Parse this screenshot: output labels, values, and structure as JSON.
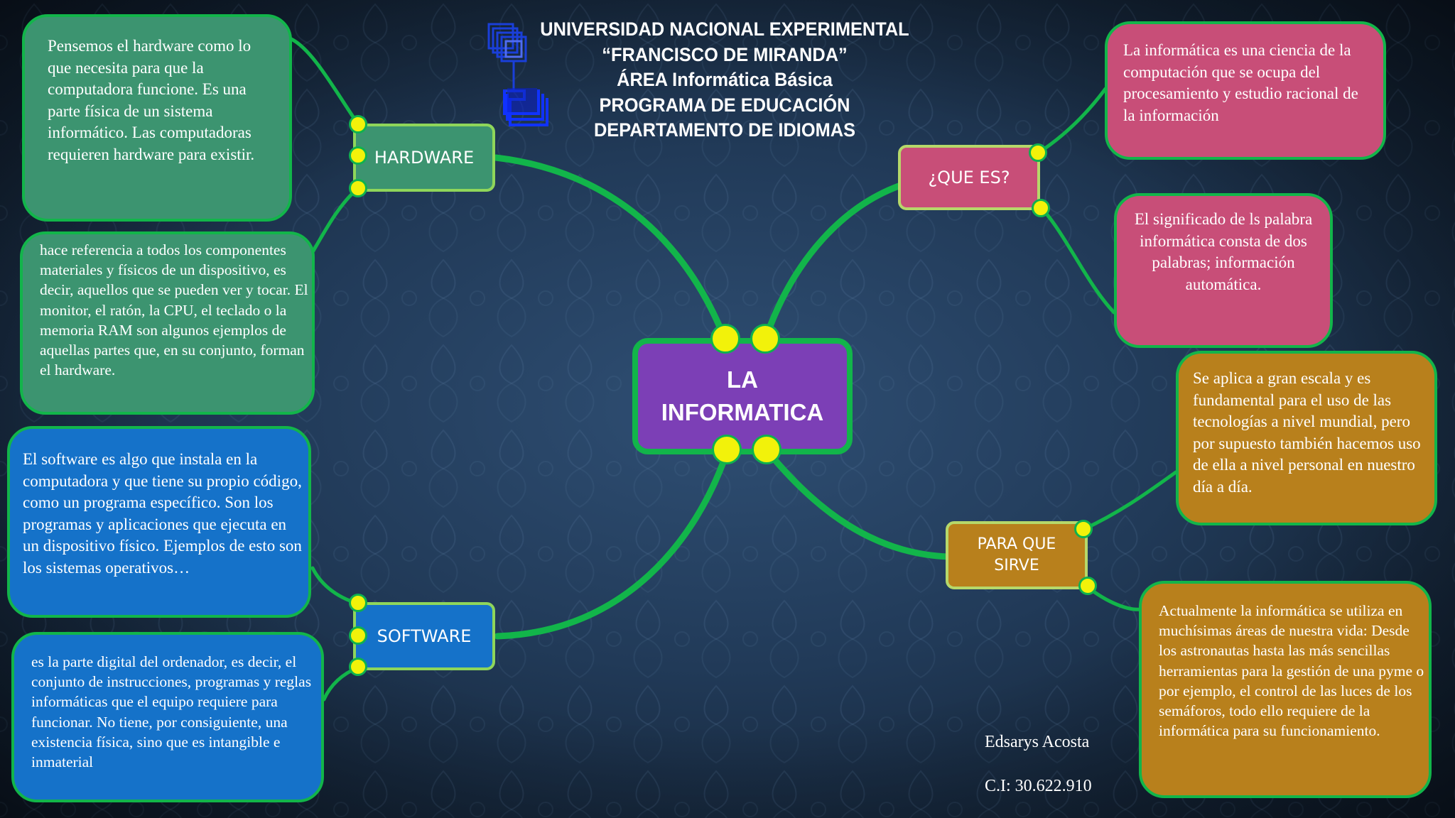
{
  "header": {
    "lines": [
      "UNIVERSIDAD NACIONAL EXPERIMENTAL",
      "“FRANCISCO DE MIRANDA”",
      "ÁREA Informática Básica",
      "PROGRAMA DE EDUCACIÓN",
      "DEPARTAMENTO DE IDIOMAS"
    ]
  },
  "center": {
    "line1": "LA",
    "line2": "INFORMATICA"
  },
  "hardware": {
    "label": "HARDWARE",
    "note1": "Pensemos el hardware como lo que necesita para que la computadora funcione. Es una parte física de un sistema informático. Las computadoras requieren hardware para existir.",
    "note2": "hace referencia a todos los componentes materiales y físicos de un dispositivo, es decir, aquellos que se pueden ver y tocar. El monitor, el ratón, la CPU, el teclado o la memoria RAM son algunos ejemplos de aquellas partes que, en su conjunto, forman el hardware."
  },
  "software": {
    "label": "SOFTWARE",
    "note1": "El software es algo que instala en la computadora y que tiene su propio código, como un programa específico. Son los programas y aplicaciones que ejecuta en un dispositivo físico. Ejemplos de esto son los sistemas operativos…",
    "note2": "es la parte digital del ordenador, es decir, el conjunto de instrucciones, programas y reglas informáticas que el equipo requiere para funcionar. No tiene, por consiguiente, una existencia física, sino que es intangible e inmaterial"
  },
  "que_es": {
    "label": "¿QUE ES?",
    "note1": "La informática es una ciencia de la computación que se ocupa del procesamiento y estudio racional de la información",
    "note2": "El significado de ls palabra informática consta de dos palabras; información automática."
  },
  "para_que": {
    "label_line1": "PARA QUE",
    "label_line2": "SIRVE",
    "note1": "Se aplica a gran escala y es fundamental para el uso de las tecnologías a nivel mundial, pero por supuesto también hacemos uso de ella a nivel personal en nuestro día a día.",
    "note2": "Actualmente la informática se utiliza en muchísimas áreas de nuestra vida: Desde los astronautas hasta las más sencillas herramientas para la gestión de una pyme o por ejemplo, el control de las luces de los semáforos, todo ello requiere de la informática para su funcionamiento."
  },
  "author": {
    "name": "Edsarys Acosta",
    "id": "C.I:  30.622.910"
  },
  "colors": {
    "link": "#12b54a",
    "dot": "#f2f20a",
    "center": "#7c3fb6",
    "hardware": "#3c9470",
    "software": "#1572c9",
    "que_es": "#c84e78",
    "para_que": "#b8801c"
  }
}
